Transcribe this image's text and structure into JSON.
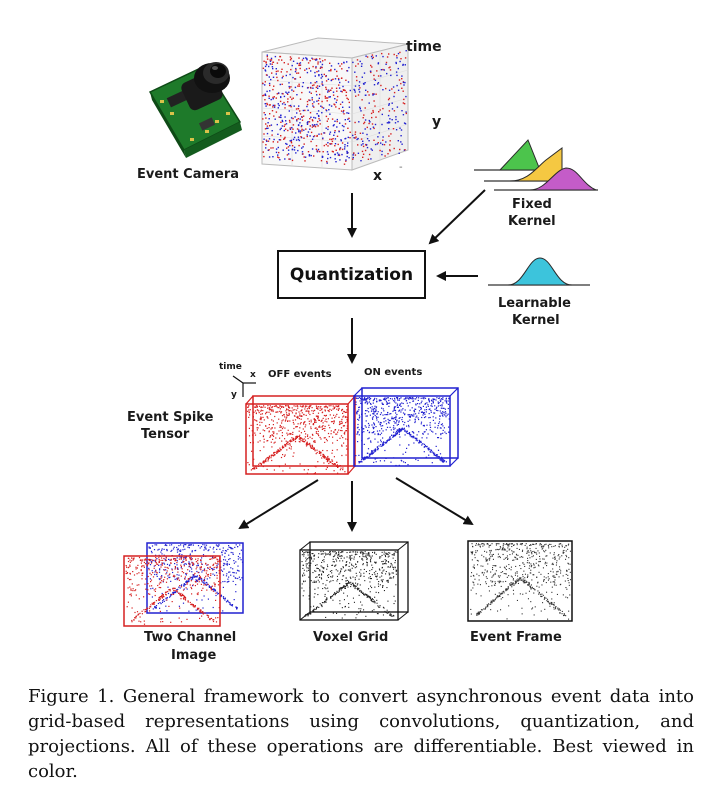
{
  "labels": {
    "event_camera": "Event Camera",
    "axis_time": "time",
    "axis_y": "y",
    "axis_x": "x",
    "fixed_kernel_line1": "Fixed",
    "fixed_kernel_line2": "Kernel",
    "quantization": "Quantization",
    "learnable_kernel_line1": "Learnable",
    "learnable_kernel_line2": "Kernel",
    "small_axis_time": "time",
    "small_axis_x": "x",
    "small_axis_y": "y",
    "off_events": "OFF events",
    "on_events": "ON events",
    "event_spike_tensor_line1": "Event Spike",
    "event_spike_tensor_line2": "Tensor",
    "two_channel_line1": "Two Channel",
    "two_channel_line2": "Image",
    "voxel_grid": "Voxel Grid",
    "event_frame": "Event Frame"
  },
  "caption": "Figure 1. General framework to convert asynchronous event data into grid-based representations using convolutions, quantization, and projections. All of these operations are differentiable. Best viewed in color.",
  "colors": {
    "off_events": "#d62020",
    "on_events": "#2020d0",
    "kernel_green": "#4cc44c",
    "kernel_yellow": "#f5c842",
    "kernel_purple": "#c45cc8",
    "kernel_cyan": "#3cc4dc",
    "pcb_green": "#1e7a2a"
  }
}
